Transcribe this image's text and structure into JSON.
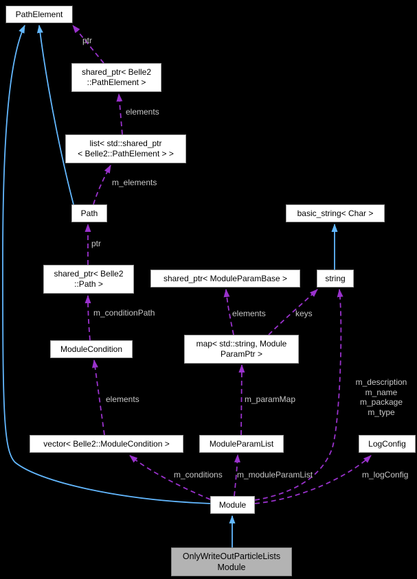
{
  "diagram": {
    "nodes": {
      "pathelement": {
        "label": "PathElement"
      },
      "sp_pathelement": {
        "label": "shared_ptr< Belle2\n::PathElement >"
      },
      "list_sp_pathelement": {
        "label": "list< std::shared_ptr\n< Belle2::PathElement > >"
      },
      "path": {
        "label": "Path"
      },
      "basic_string": {
        "label": "basic_string< Char >"
      },
      "sp_path": {
        "label": "shared_ptr< Belle2\n::Path >"
      },
      "sp_moduleparambase": {
        "label": "shared_ptr< ModuleParamBase >"
      },
      "string": {
        "label": "string"
      },
      "modulecondition": {
        "label": "ModuleCondition"
      },
      "map_moduleparamptr": {
        "label": "map< std::string, Module\nParamPtr >"
      },
      "vector_modulecondition": {
        "label": "vector< Belle2::ModuleCondition >"
      },
      "moduleparamlist": {
        "label": "ModuleParamList"
      },
      "logconfig": {
        "label": "LogConfig"
      },
      "module": {
        "label": "Module"
      },
      "main": {
        "label": "OnlyWriteOutParticleLists\nModule"
      }
    },
    "edge_labels": {
      "ptr_top": "ptr",
      "elements_top": "elements",
      "m_elements": "m_elements",
      "ptr_path": "ptr",
      "m_conditionPath": "m_conditionPath",
      "elements_left": "elements",
      "elements_map": "elements",
      "keys": "keys",
      "m_paramMap": "m_paramMap",
      "m_conditions": "m_conditions",
      "m_moduleParamList": "m_moduleParamList",
      "m_logConfig": "m_logConfig",
      "module_string_fields": "m_description\nm_name\nm_package\nm_type"
    },
    "colors": {
      "background": "#000000",
      "inheritance_edge": "#63b8ff",
      "usage_edge": "#9a32cd",
      "edge_label_text": "#c8c8c8",
      "node_fill": "#ffffff",
      "node_border": "#9e9e9e",
      "node_border_dark": "#4a4a4a",
      "node_text": "#000000",
      "selected_node_fill": "#b3b3b3",
      "selected_node_border": "#7f7f7f"
    }
  }
}
